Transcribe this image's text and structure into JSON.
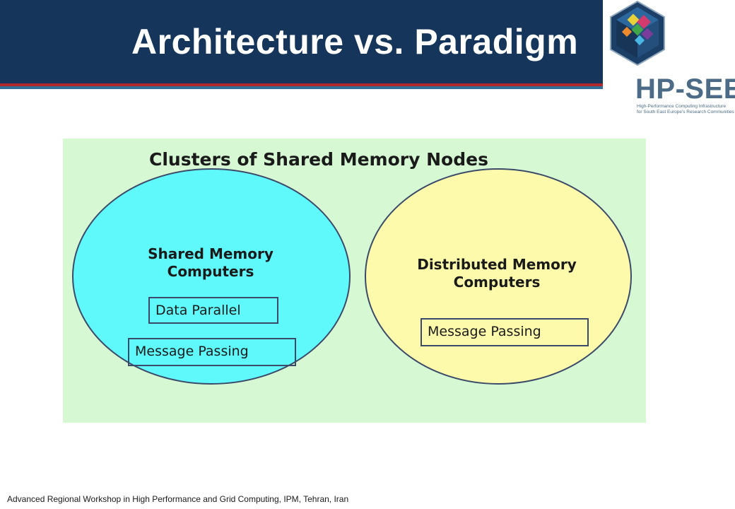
{
  "slide": {
    "title": "Architecture vs. Paradigm",
    "footer": "Advanced Regional Workshop in High Performance and Grid Computing, IPM, Tehran,  Iran"
  },
  "logo": {
    "name": "HP-SEE",
    "tagline_line1": "High-Performance Computing Infrastructure",
    "tagline_line2": "for South East Europe's Research Communities",
    "colors": {
      "hexagon": "#1b3f66",
      "text": "#4b6b86"
    }
  },
  "diagram": {
    "title": "Clusters of Shared Memory Nodes",
    "background": "#d6f9d4",
    "groups": [
      {
        "label_line1": "Shared Memory",
        "label_line2": "Computers",
        "fill": "#5ff9fc",
        "paradigms": [
          "Data Parallel",
          "Message Passing"
        ]
      },
      {
        "label_line1": "Distributed Memory",
        "label_line2": "Computers",
        "fill": "#fdfbab",
        "paradigms": [
          "Message Passing"
        ]
      }
    ]
  }
}
